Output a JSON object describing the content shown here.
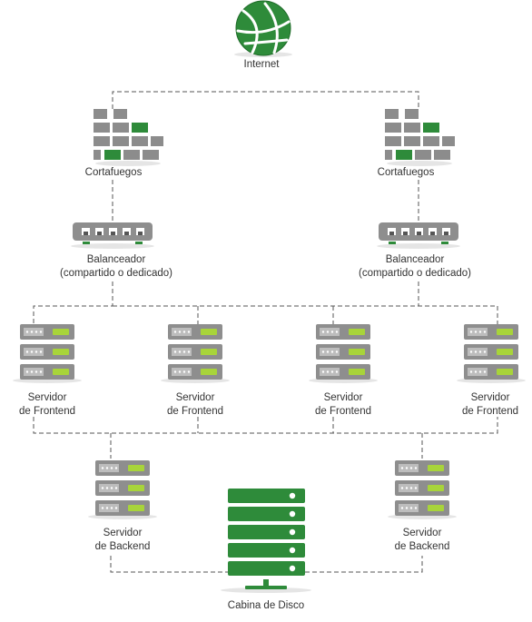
{
  "internet": {
    "label": "Internet"
  },
  "firewalls": [
    {
      "label": "Cortafuegos"
    },
    {
      "label": "Cortafuegos"
    }
  ],
  "balancers": [
    {
      "line1": "Balanceador",
      "line2": "(compartido o dedicado)"
    },
    {
      "line1": "Balanceador",
      "line2": "(compartido o dedicado)"
    }
  ],
  "frontends": [
    {
      "line1": "Servidor",
      "line2": "de Frontend"
    },
    {
      "line1": "Servidor",
      "line2": "de Frontend"
    },
    {
      "line1": "Servidor",
      "line2": "de Frontend"
    },
    {
      "line1": "Servidor",
      "line2": "de Frontend"
    }
  ],
  "backends": [
    {
      "line1": "Servidor",
      "line2": "de Backend"
    },
    {
      "line1": "Servidor",
      "line2": "de Backend"
    }
  ],
  "storage": {
    "label": "Cabina de Disco"
  },
  "colors": {
    "accent_green": "#2e8b3a",
    "led_green": "#a8d43a",
    "device_gray": "#8e8e8e",
    "connector": "#555555"
  },
  "icons": {
    "internet": "globe-icon",
    "firewall": "brick-wall-icon",
    "balancer": "network-switch-icon",
    "server": "rack-server-icon",
    "storage": "disk-cabinet-icon"
  }
}
